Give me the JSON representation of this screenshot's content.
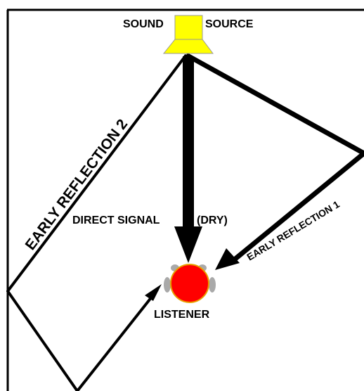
{
  "labels": {
    "sound": "SOUND",
    "source": "SOURCE",
    "direct_signal": "DIRECT SIGNAL",
    "dry": "(DRY)",
    "early_reflection_1": "EARLY REFLECTION 1",
    "early_reflection_2": "EARLY REFLECTION 2",
    "listener": "LISTENER"
  },
  "colors": {
    "background": "#ffffff",
    "room_border": "#000000",
    "paths": "#000000",
    "speaker": "#ffff00",
    "listener_head": "#ff0000",
    "listener_outline": "#e8a000",
    "listener_ears": "#a9a9a9"
  },
  "icons": {
    "source": "loudspeaker-icon",
    "listener": "listener-head-icon"
  }
}
